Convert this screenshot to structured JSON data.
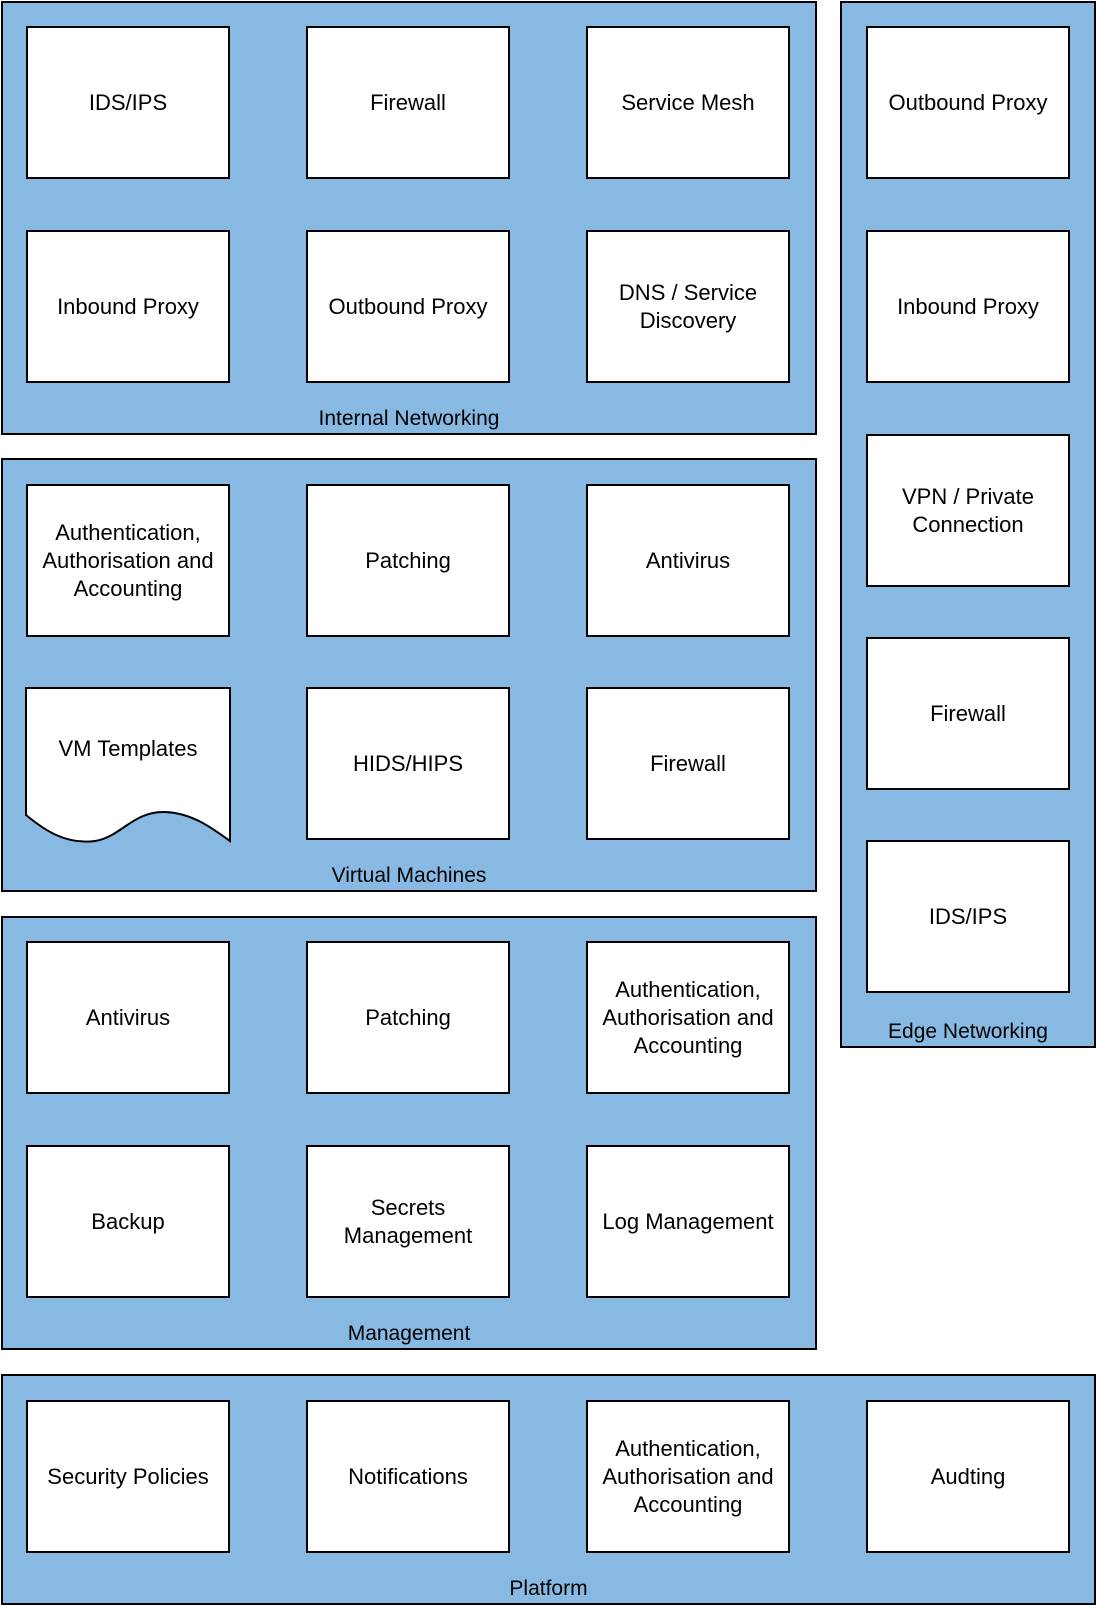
{
  "colors": {
    "group_fill": "#87B9E3",
    "box_fill": "#FFFFFF",
    "stroke": "#000000"
  },
  "internal": {
    "label": "Internal Networking",
    "items": [
      "IDS/IPS",
      "Firewall",
      "Service Mesh",
      "Inbound Proxy",
      "Outbound Proxy",
      "DNS / Service Discovery"
    ]
  },
  "edge": {
    "label": "Edge Networking",
    "items": [
      "Outbound Proxy",
      "Inbound Proxy",
      "VPN / Private Connection",
      "Firewall",
      "IDS/IPS"
    ]
  },
  "vm": {
    "label": "Virtual Machines",
    "items": [
      "Authentication, Authorisation and Accounting",
      "Patching",
      "Antivirus",
      "VM Templates",
      "HIDS/HIPS",
      "Firewall"
    ]
  },
  "management": {
    "label": "Management",
    "items": [
      "Antivirus",
      "Patching",
      "Authentication, Authorisation and Accounting",
      "Backup",
      "Secrets Management",
      "Log Management"
    ]
  },
  "platform": {
    "label": "Platform",
    "items": [
      "Security Policies",
      "Notifications",
      "Authentication, Authorisation and Accounting",
      "Audting"
    ]
  }
}
